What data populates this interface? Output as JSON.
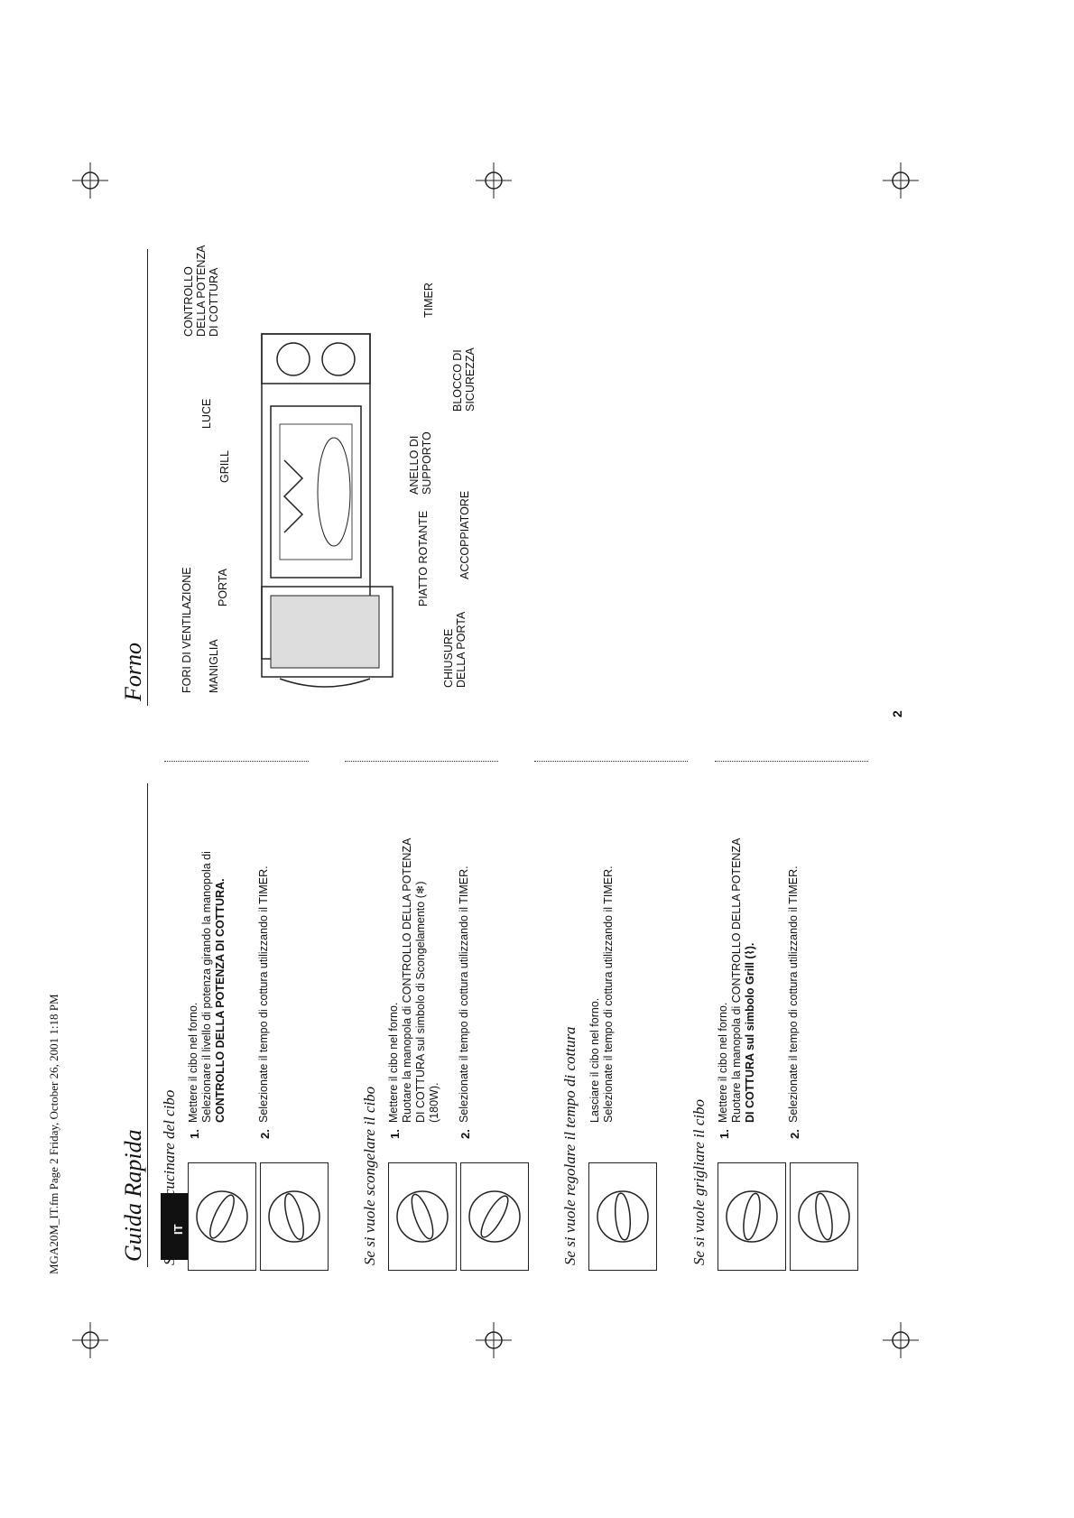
{
  "header": "MGA20M_IT.fm  Page 2  Friday, October 26, 2001  1:18 PM",
  "lang_tab": "IT",
  "page_number": "2",
  "left": {
    "title": "Guida Rapida",
    "sections": [
      {
        "heading": "Se si vuole cucinare del cibo",
        "steps": [
          {
            "num": "1.",
            "lines": [
              "Mettere il cibo nel forno.",
              "Selezionare il livello di potenza girando la manopola di",
              "CONTROLLO DELLA POTENZA DI COTTURA."
            ]
          },
          {
            "num": "2.",
            "lines": [
              "Selezionate il tempo di cottura utilizzando il TIMER."
            ]
          }
        ]
      },
      {
        "heading": "Se si vuole scongelare il cibo",
        "steps": [
          {
            "num": "1.",
            "lines": [
              "Mettere il cibo nel forno.",
              "Ruotare la manopola di CONTROLLO DELLA POTENZA",
              "DI COTTURA sul simbolo di Scongelamento (❄)",
              "(180W)."
            ]
          },
          {
            "num": "2.",
            "lines": [
              "Selezionate il tempo di cottura utilizzando il TIMER."
            ]
          }
        ]
      },
      {
        "heading": "Se si vuole regolare il tempo di cottura",
        "steps": [
          {
            "num": "",
            "lines": [
              "Lasciare il cibo nel forno.",
              "Selezionate il tempo di cottura utilizzando il TIMER."
            ]
          }
        ]
      },
      {
        "heading": "Se si vuole grigliare il cibo",
        "steps": [
          {
            "num": "1.",
            "lines": [
              "Mettere il cibo nel forno.",
              "Ruotare la manopola di CONTROLLO DELLA POTENZA",
              "DI COTTURA sul simbolo Grill (⌇)."
            ]
          },
          {
            "num": "2.",
            "lines": [
              "Selezionate il tempo di cottura utilizzando il TIMER."
            ]
          }
        ]
      }
    ]
  },
  "right": {
    "title": "Forno",
    "labels": {
      "fori": "FORI DI VENTILAZIONE",
      "maniglia": "MANIGLIA",
      "porta": "PORTA",
      "grill": "GRILL",
      "luce": "LUCE",
      "controllo": [
        "CONTROLLO",
        "DELLA POTENZA",
        "DI COTTURA"
      ],
      "timer": "TIMER",
      "blocco": [
        "BLOCCO DI",
        "SICUREZZA"
      ],
      "anello": [
        "ANELLO DI",
        "SUPPORTO"
      ],
      "accoppiatore": "ACCOPPIATORE",
      "piatto": "PIATTO ROTANTE",
      "chiusure": [
        "CHIUSURE",
        "DELLA PORTA"
      ]
    }
  }
}
